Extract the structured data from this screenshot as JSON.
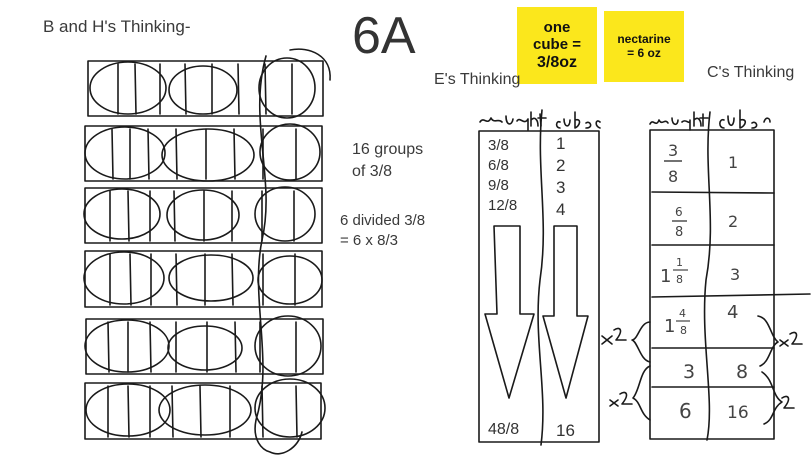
{
  "page_title": "6A",
  "sections": {
    "bh": {
      "heading": "B and H's Thinking-",
      "note_groups_line1": "16 groups",
      "note_groups_line2": "of 3/8",
      "note_divide_line1": "6 divided 3/8",
      "note_divide_line2": "= 6 x 8/3"
    },
    "e": {
      "heading": "E's Thinking",
      "col_weight": "weight",
      "col_cubes": "cubes",
      "weights": [
        "3/8",
        "6/8",
        "9/8",
        "12/8"
      ],
      "cubes": [
        "1",
        "2",
        "3",
        "4"
      ],
      "final_weight": "48/8",
      "final_cubes": "16"
    },
    "c": {
      "heading": "C's Thinking",
      "col_weight": "weight",
      "col_cubes": "cubes",
      "rows": [
        {
          "weight": "3/8",
          "cubes": "1"
        },
        {
          "weight": "6/8",
          "cubes": "2"
        },
        {
          "weight": "1 1/8",
          "cubes": "3"
        },
        {
          "weight": "1 4/8",
          "cubes": "4"
        },
        {
          "weight": "3",
          "cubes": "8"
        },
        {
          "weight": "6",
          "cubes": "16"
        }
      ],
      "scale_left_1": "x2",
      "scale_left_2": "x2",
      "scale_right_1": "x2",
      "scale_right_2": "x2"
    }
  },
  "sticky_notes": {
    "cube": {
      "line1": "one",
      "line2": "cube =",
      "line3": "3/8oz"
    },
    "nectarine": {
      "line1": "nectarine",
      "line2": "= 6 oz"
    }
  },
  "colors": {
    "sticky": "#fbe71c",
    "ink": "#1a1a1a",
    "text": "#3a3a3a"
  }
}
